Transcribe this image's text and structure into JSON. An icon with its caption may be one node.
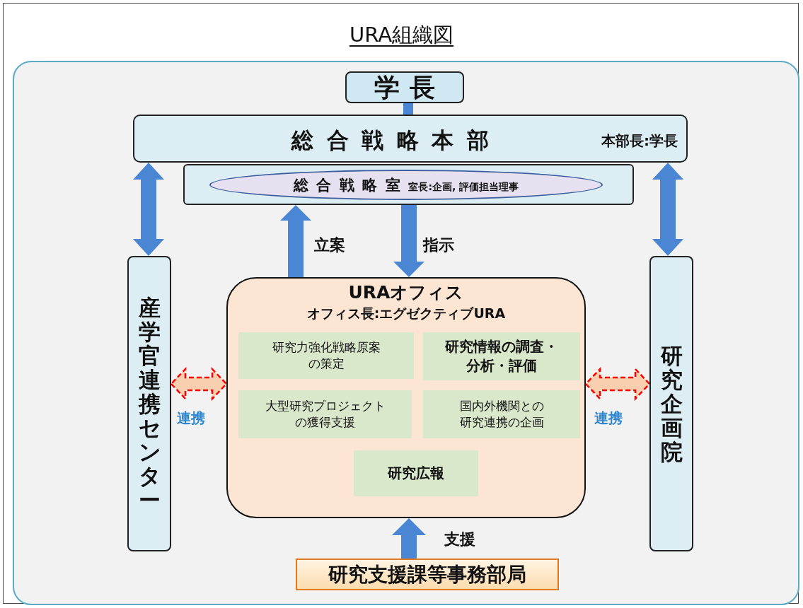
{
  "diagram": {
    "title": "URA組織図",
    "nodes": [
      {
        "text": [
          "学長"
        ]
      },
      {
        "text": [
          "総合戦略本部",
          "本部長:学長"
        ]
      },
      {
        "text": [],
        "shape": "box"
      },
      {
        "text": [
          "総合戦略室",
          "室長:企画, 評価担当理事"
        ],
        "in": 2
      },
      {
        "text": [
          "産学官連携センター"
        ]
      },
      {
        "text": [
          "URAオフィス",
          "オフィス長:エグゼクティブURA"
        ]
      },
      {
        "text": [
          "研究力強化戦略原案の策定"
        ],
        "in": 5
      },
      {
        "text": [
          "研究情報の調査・分析・評価"
        ],
        "in": 5
      },
      {
        "text": [
          "大型研究プロジェクトの獲得支援"
        ],
        "in": 5
      },
      {
        "text": [
          "国内外機関との研究連携の企画"
        ],
        "in": 5
      },
      {
        "text": [
          "研究広報"
        ],
        "in": 5
      },
      {
        "text": [
          "研究企画院"
        ]
      },
      {
        "text": [
          "研究支援課等事務部局"
        ]
      }
    ],
    "edges": [
      {
        "from": 0,
        "to": 1,
        "arrow": "none"
      },
      {
        "from": 1,
        "to": 4,
        "arrow": "both"
      },
      {
        "from": 1,
        "to": 11,
        "arrow": "both"
      },
      {
        "from": 5,
        "to": 2,
        "arrow": "to",
        "label": "立案"
      },
      {
        "from": 2,
        "to": 5,
        "arrow": "to",
        "label": "指示"
      },
      {
        "from": 4,
        "to": 5,
        "arrow": "both",
        "label": "連携",
        "style": "dashed",
        "color": "#ff0000"
      },
      {
        "from": 5,
        "to": 11,
        "arrow": "both",
        "label": "連携",
        "style": "dashed",
        "color": "#ff0000"
      },
      {
        "from": 12,
        "to": 5,
        "arrow": "to",
        "label": "支援"
      }
    ]
  }
}
